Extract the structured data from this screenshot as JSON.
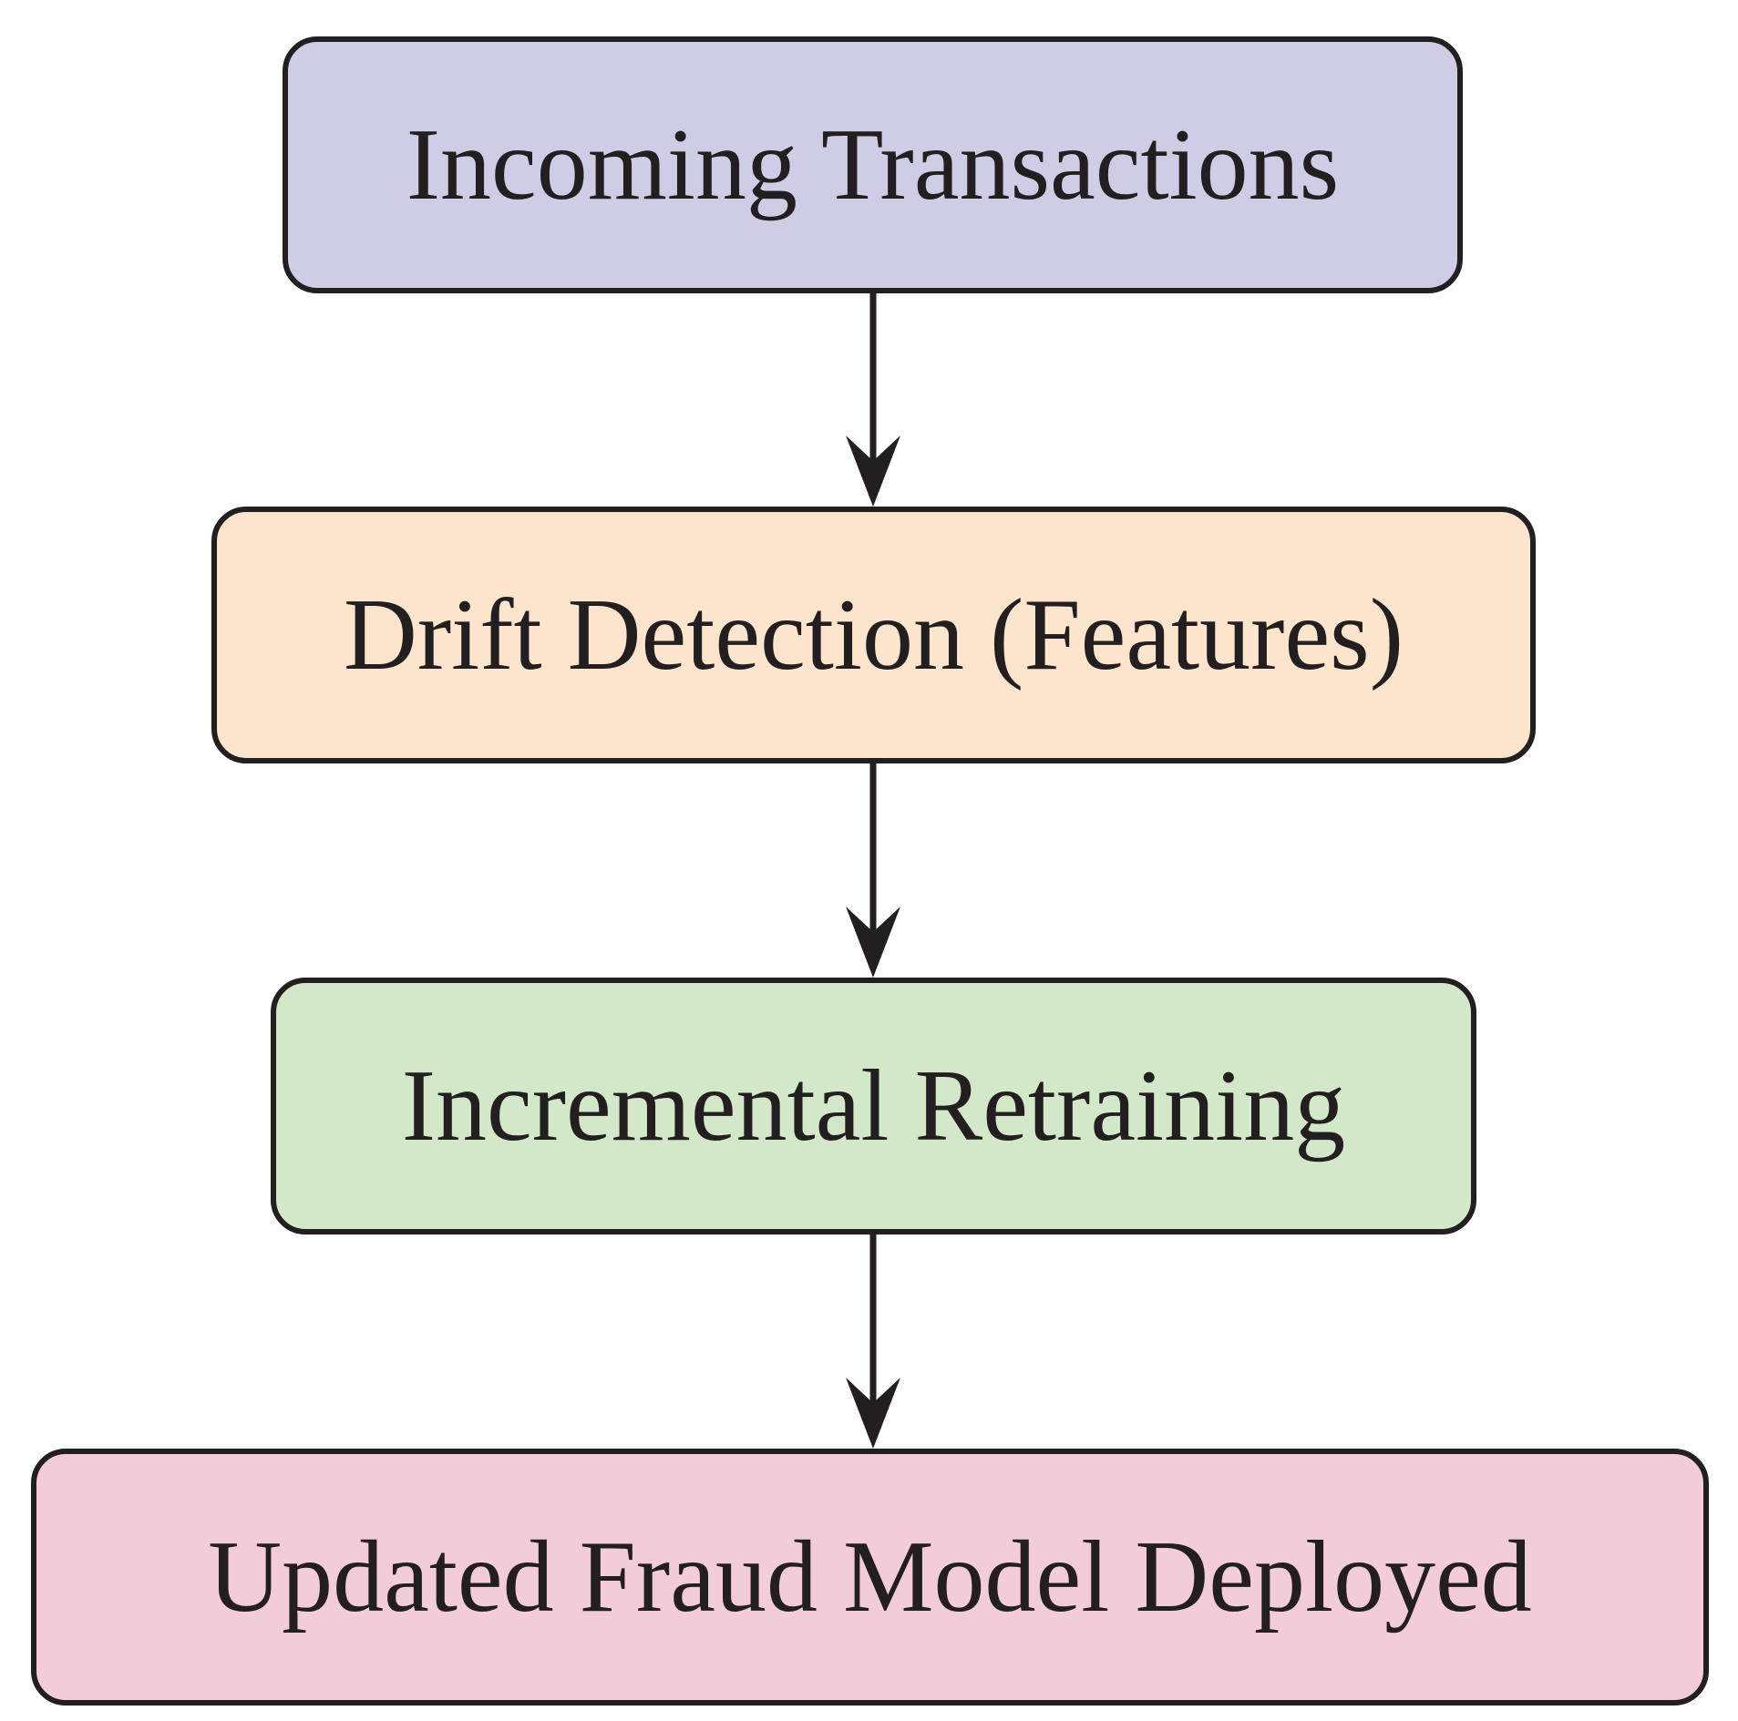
{
  "diagram": {
    "nodes": [
      {
        "id": "incoming-transactions",
        "label": "Incoming Transactions",
        "fill": "#cfcce6"
      },
      {
        "id": "drift-detection",
        "label": "Drift Detection (Features)",
        "fill": "#fde5cd"
      },
      {
        "id": "incremental-retraining",
        "label": "Incremental Retraining",
        "fill": "#d3e8c8"
      },
      {
        "id": "updated-model-deployed",
        "label": "Updated Fraud Model Deployed",
        "fill": "#f2ccd9"
      }
    ],
    "edges": [
      {
        "from": "incoming-transactions",
        "to": "drift-detection"
      },
      {
        "from": "drift-detection",
        "to": "incremental-retraining"
      },
      {
        "from": "incremental-retraining",
        "to": "updated-model-deployed"
      }
    ],
    "line_color": "#231f20"
  }
}
